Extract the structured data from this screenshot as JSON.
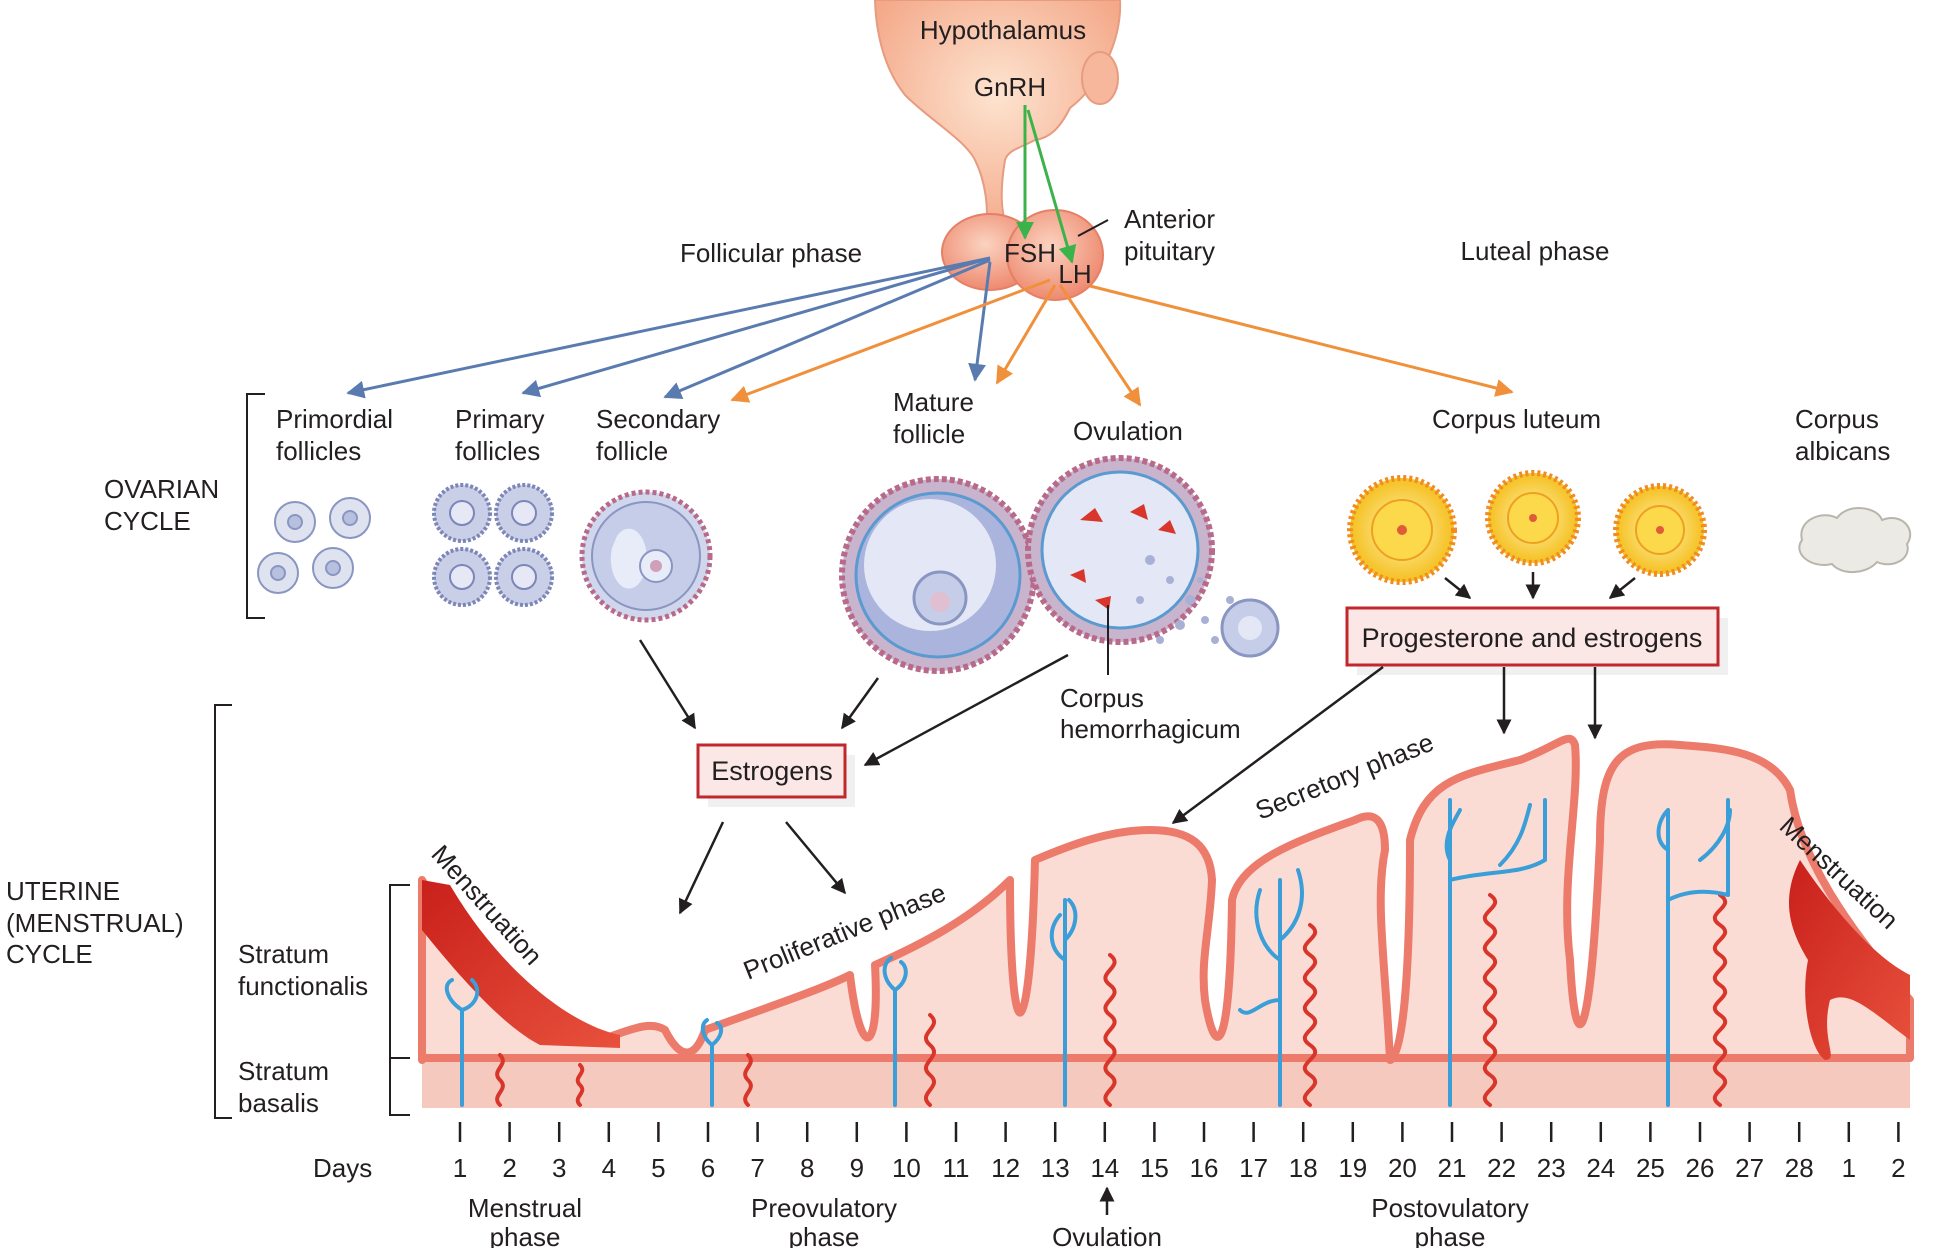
{
  "hormones": {
    "hypothalamus": "Hypothalamus",
    "gnrh": "GnRH",
    "fsh": "FSH",
    "lh": "LH",
    "anterior_pituitary": [
      "Anterior",
      "pituitary"
    ]
  },
  "phases": {
    "follicular": "Follicular phase",
    "luteal": "Luteal phase"
  },
  "ovarian": {
    "cycle_label": [
      "OVARIAN",
      "CYCLE"
    ],
    "primordial": [
      "Primordial",
      "follicles"
    ],
    "primary": [
      "Primary",
      "follicles"
    ],
    "secondary": [
      "Secondary",
      "follicle"
    ],
    "mature": [
      "Mature",
      "follicle"
    ],
    "ovulation": "Ovulation",
    "corpus_luteum": "Corpus luteum",
    "corpus_albicans": [
      "Corpus",
      "albicans"
    ],
    "corpus_hemorrhagicum": [
      "Corpus",
      "hemorrhagicum"
    ]
  },
  "boxes": {
    "estrogens": "Estrogens",
    "prog_estrogens": "Progesterone and estrogens"
  },
  "uterine": {
    "cycle_label": [
      "UTERINE",
      "(MENSTRUAL)",
      "CYCLE"
    ],
    "stratum_functionalis": [
      "Stratum",
      "functionalis"
    ],
    "stratum_basalis": [
      "Stratum",
      "basalis"
    ],
    "menstruation_left": "Menstruation",
    "menstruation_right": "Menstruation",
    "proliferative": "Proliferative phase",
    "secretory": "Secretory phase"
  },
  "timeline": {
    "days_label": "Days",
    "days": [
      "1",
      "2",
      "3",
      "4",
      "5",
      "6",
      "7",
      "8",
      "9",
      "10",
      "11",
      "12",
      "13",
      "14",
      "15",
      "16",
      "17",
      "18",
      "19",
      "20",
      "21",
      "22",
      "23",
      "24",
      "25",
      "26",
      "27",
      "28",
      "1",
      "2"
    ],
    "menstrual_phase": [
      "Menstrual",
      "phase"
    ],
    "preovulatory_phase": [
      "Preovulatory",
      "phase"
    ],
    "ovulation": "Ovulation",
    "postovulatory_phase": [
      "Postovulatory",
      "phase"
    ]
  },
  "colors": {
    "fsh_arrow": "#5a7bb0",
    "lh_arrow": "#f0903a",
    "gnrh_arrow": "#3cb34a",
    "endometrium": "#f6c9bf",
    "endometrium_edge": "#ec7b6b",
    "artery": "#d9362b",
    "vein": "#3a9fd8",
    "box_border": "#c1272d",
    "corpus_luteum": "#f5c623"
  }
}
